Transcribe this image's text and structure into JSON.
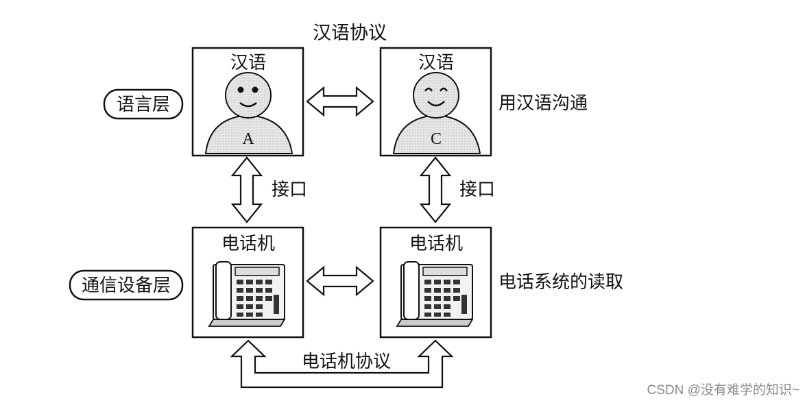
{
  "diagram": {
    "top_protocol": "汉语协议",
    "bottom_protocol": "电话机协议",
    "layers": {
      "language": "语言层",
      "device": "通信设备层"
    },
    "boxes": {
      "person_a": {
        "title": "汉语",
        "name": "A"
      },
      "person_c": {
        "title": "汉语",
        "name": "C"
      },
      "phone_left": {
        "title": "电话机"
      },
      "phone_right": {
        "title": "电话机"
      }
    },
    "interface_left": "接口",
    "interface_right": "接口",
    "right_notes": {
      "language": "用汉语沟通",
      "device": "电话系统的读取"
    }
  },
  "watermark": "CSDN @没有难学的知识~"
}
